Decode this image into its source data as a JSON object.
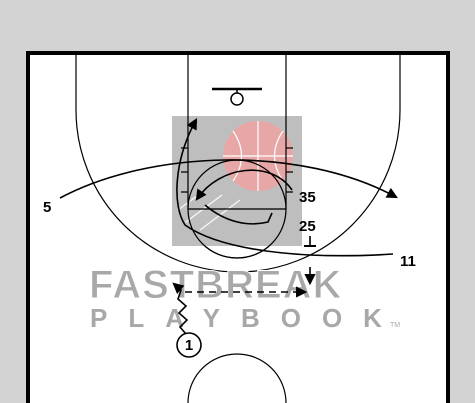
{
  "players": {
    "p1": "1",
    "p5": "5",
    "p11": "11",
    "p25": "25",
    "p35": "35"
  },
  "watermark": {
    "line1": "FASTBREAK",
    "line2": "PLAYBOOK",
    "tm": "TM"
  },
  "colors": {
    "outer_background": "#d3d3d3",
    "court": "#ffffff",
    "court_border": "#000000",
    "paint_overlay": "#b3b3b3",
    "ball": "#e8a7a7",
    "watermark": "#a8a8a8"
  }
}
